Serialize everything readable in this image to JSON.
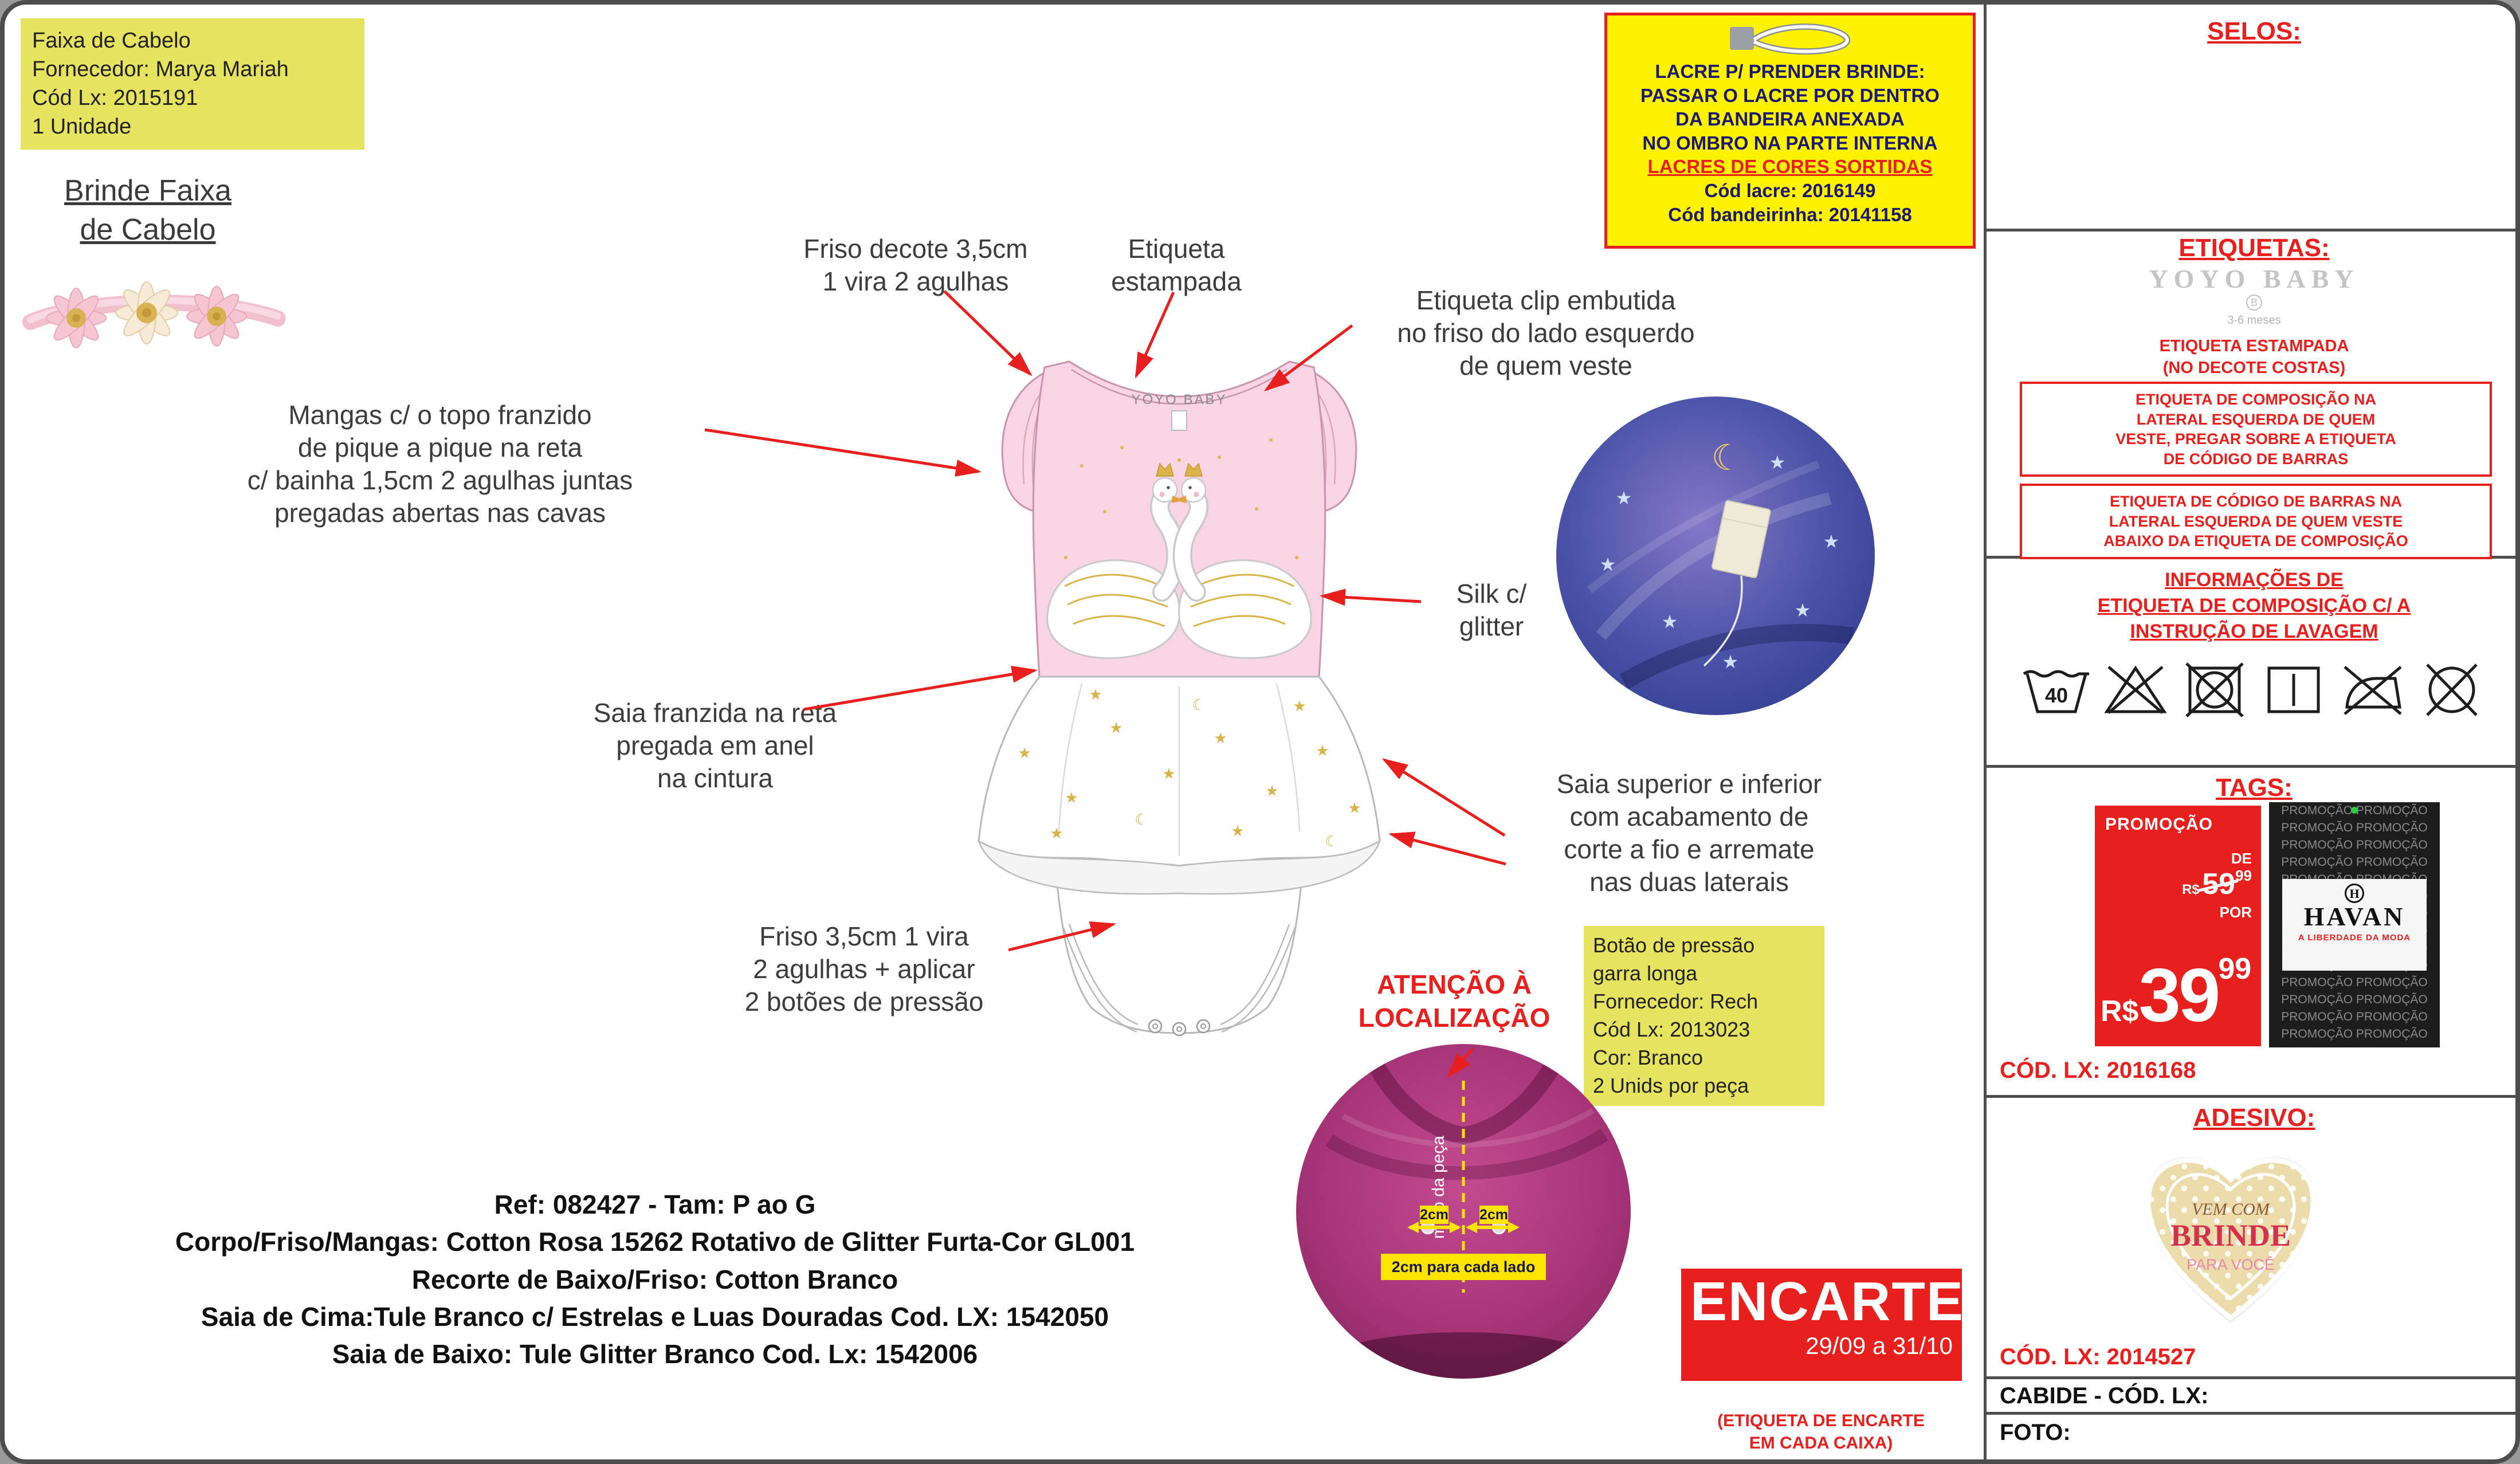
{
  "brinde_box": {
    "text": "Faixa de Cabelo\nFornecedor: Marya Mariah\nCód Lx: 2015191\n1 Unidade"
  },
  "brinde_heading": {
    "text": "Brinde Faixa\nde Cabelo"
  },
  "lacre_box": {
    "body": "LACRE P/ PRENDER BRINDE:\nPASSAR O LACRE POR DENTRO\nDA BANDEIRA ANEXADA\nNO OMBRO NA PARTE INTERNA",
    "highlight": "LACRES DE CORES SORTIDAS",
    "codes": "Cód lacre: 2016149\nCód bandeirinha: 20141158"
  },
  "annotations": {
    "friso_decote": "Friso decote 3,5cm\n1 vira 2 agulhas",
    "etiqueta_estampada": "Etiqueta\nestampada",
    "etiqueta_clip": "Etiqueta clip embutida\nno friso do lado esquerdo\nde quem veste",
    "mangas": "Mangas c/ o topo franzido\nde pique a pique na reta\nc/ bainha 1,5cm 2 agulhas juntas\npregadas abertas nas cavas",
    "silk": "Silk c/\nglitter",
    "saia_franzida": "Saia franzida na reta\npregada em anel\nna cintura",
    "saia_superior": "Saia superior e inferior\ncom acabamento de\ncorte a fio e arremate\nnas duas laterais",
    "friso_inferior": "Friso 3,5cm 1 vira\n2 agulhas + aplicar\n2 botões de pressão"
  },
  "garment": {
    "neck_label": "YOYO BABY"
  },
  "botao_box": {
    "text": "Botão de pressão\ngarra longa\nFornecedor: Rech\nCód Lx: 2013023\nCor: Branco\n2 Unids por peça"
  },
  "atencao": {
    "title": "ATENÇÃO À\nLOCALIZAÇÃO",
    "meio": "meio da peça",
    "cm_left": "2cm",
    "cm_right": "2cm",
    "cada_lado": "2cm para cada lado"
  },
  "specs": {
    "text": "Ref: 082427 - Tam: P ao G\nCorpo/Friso/Mangas: Cotton Rosa 15262 Rotativo de Glitter Furta-Cor GL001\nRecorte de Baixo/Friso: Cotton Branco\nSaia de Cima:Tule Branco c/ Estrelas e Luas Douradas Cod. LX: 1542050\nSaia de Baixo: Tule Glitter Branco Cod. Lx: 1542006"
  },
  "encarte": {
    "title": "ENCARTE",
    "dates": "29/09 a 31/10",
    "note": "(ETIQUETA DE ENCARTE\nEM CADA CAIXA)"
  },
  "sidebar": {
    "selos": "SELOS:",
    "etiquetas": {
      "title": "ETIQUETAS:",
      "logo": "YOYO BABY",
      "logo_mark": "B",
      "logo_sub": "3-6 meses",
      "estampada": "ETIQUETA ESTAMPADA\n(NO DECOTE COSTAS)",
      "box1": "ETIQUETA DE COMPOSIÇÃO NA\nLATERAL ESQUERDA DE QUEM\nVESTE, PREGAR SOBRE A ETIQUETA\nDE CÓDIGO DE BARRAS",
      "box2": "ETIQUETA DE CÓDIGO DE BARRAS NA\nLATERAL ESQUERDA DE QUEM VESTE\nABAIXO DA ETIQUETA DE COMPOSIÇÃO"
    },
    "care": {
      "title": "INFORMAÇÕES DE\nETIQUETA DE COMPOSIÇÃO C/ A\nINSTRUÇÃO DE LAVAGEM",
      "wash_temp": "40",
      "symbols": [
        "wash-40",
        "do-not-bleach",
        "do-not-tumble-dry",
        "line-dry",
        "do-not-iron",
        "do-not-dry-clean"
      ]
    },
    "tags": {
      "title": "TAGS:",
      "promo": {
        "label": "PROMOÇÃO",
        "de": "DE",
        "rs": "R$",
        "old_value": "59",
        "old_cents": "99",
        "por": "POR",
        "value": "39",
        "cents": "99"
      },
      "havan": {
        "pattern": "PROMOÇÃO PROMOÇÃO\nPROMOÇÃO PROMOÇÃO\nPROMOÇÃO PROMOÇÃO\nPROMOÇÃO PROMOÇÃO\nPROMOÇÃO PROMOÇÃO\nPROMOÇÃO PROMOÇÃO\nPROMOÇÃO PROMOÇÃO\nPROMOÇÃO PROMOÇÃO\nPROMOÇÃO PROMOÇÃO\nPROMOÇÃO PROMOÇÃO\nPROMOÇÃO PROMOÇÃO\nPROMOÇÃO PROMOÇÃO\nPROMOÇÃO PROMOÇÃO\nPROMOÇÃO PROMOÇÃO",
        "h": "H",
        "name": "HAVAN",
        "tagline": "A LIBERDADE DA MODA"
      },
      "cod": "CÓD. LX: 2016168"
    },
    "adesivo": {
      "title": "ADESIVO:",
      "heart": {
        "line1": "VEM COM",
        "line2": "BRINDE",
        "line3": "PARA VOCÊ"
      },
      "cod": "CÓD. LX: 2014527"
    },
    "cabide": "CABIDE - CÓD. LX:",
    "foto": "FOTO:"
  },
  "colors": {
    "accent_red": "#e8201d",
    "note_yellow": "#e6e361",
    "bright_yellow": "#fff200",
    "garment_pink": "#f9d4e4",
    "photo_magenta": "#b5347c",
    "gold": "#d9b44a"
  }
}
